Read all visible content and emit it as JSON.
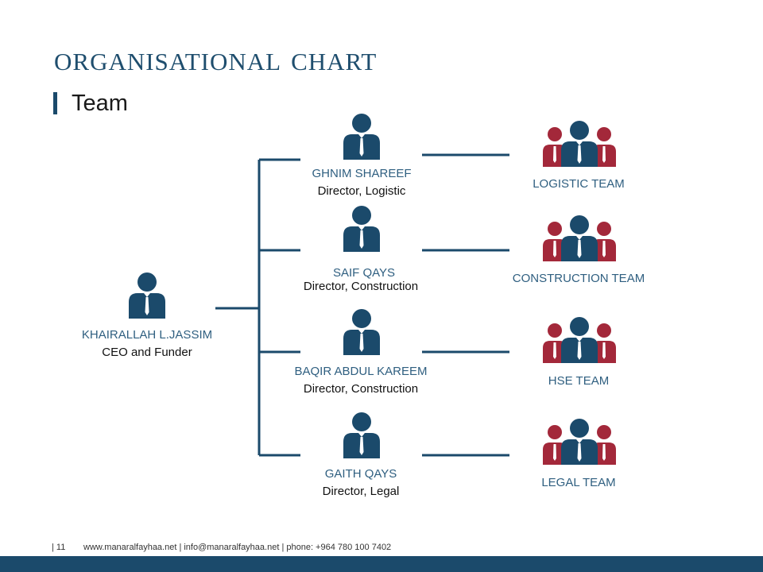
{
  "slide": {
    "title": "Organisational Chart",
    "subtitle": "Team",
    "page_number": "| 11",
    "contact": "www.manaralfayhaa.net | info@manaralfayhaa.net | phone: +964 780 100 7402"
  },
  "colors": {
    "primary": "#1b4a6b",
    "accent": "#a3283a",
    "name_text": "#2f5f80"
  },
  "ceo": {
    "name": "KHAIRALLAH L.JASSIM",
    "role": "CEO and Funder",
    "icon": "person-icon"
  },
  "directors": [
    {
      "name": "GHNIM  SHAREEF",
      "role": "Director, Logistic",
      "icon": "person-icon"
    },
    {
      "name": "SAIF QAYS",
      "role": "Director, Construction",
      "icon": "person-icon"
    },
    {
      "name": "BAQIR ABDUL KAREEM",
      "role": "Director, Construction",
      "icon": "person-icon"
    },
    {
      "name": "GAITH  QAYS",
      "role": "Director, Legal",
      "icon": "person-icon"
    }
  ],
  "teams": [
    {
      "label": "LOGISTIC  TEAM",
      "icon": "team-group-icon"
    },
    {
      "label": "CONSTRUCTION  TEAM",
      "icon": "team-group-icon"
    },
    {
      "label": "HSE TEAM",
      "icon": "team-group-icon"
    },
    {
      "label": "LEGAL TEAM",
      "icon": "team-group-icon"
    }
  ]
}
